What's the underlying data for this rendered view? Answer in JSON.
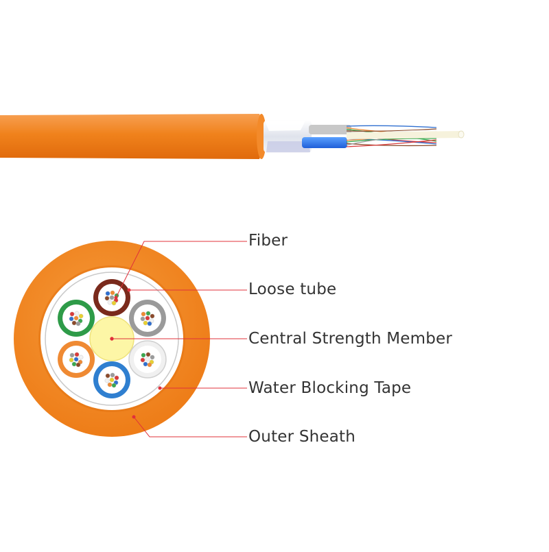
{
  "labels": [
    {
      "id": "fiber",
      "text": "Fiber"
    },
    {
      "id": "loose-tube",
      "text": "Loose tube"
    },
    {
      "id": "central-strength-member",
      "text": "Central Strength Member"
    },
    {
      "id": "water-blocking-tape",
      "text": "Water Blocking Tape"
    },
    {
      "id": "outer-sheath",
      "text": "Outer Sheath"
    }
  ],
  "colors": {
    "sheath": "#f2861f",
    "sheath_dark": "#e5700f",
    "leader": "#e0303a",
    "strength_member": "#fdf6a6",
    "tape": "#f4f4f4"
  },
  "loose_tubes": [
    {
      "name": "brown",
      "color": "#7a2a1c"
    },
    {
      "name": "grey",
      "color": "#9a9a9a"
    },
    {
      "name": "white",
      "color": "#f0f0f0"
    },
    {
      "name": "blue",
      "color": "#2f7fd0"
    },
    {
      "name": "orange",
      "color": "#ef8a33"
    },
    {
      "name": "green",
      "color": "#2e9b48"
    }
  ],
  "fiber_colors": [
    "#2f6fd0",
    "#ef8a33",
    "#3aa84e",
    "#8b4a2a",
    "#9a9a9a",
    "#d93a3a",
    "#f2f2f2",
    "#e8d030"
  ]
}
